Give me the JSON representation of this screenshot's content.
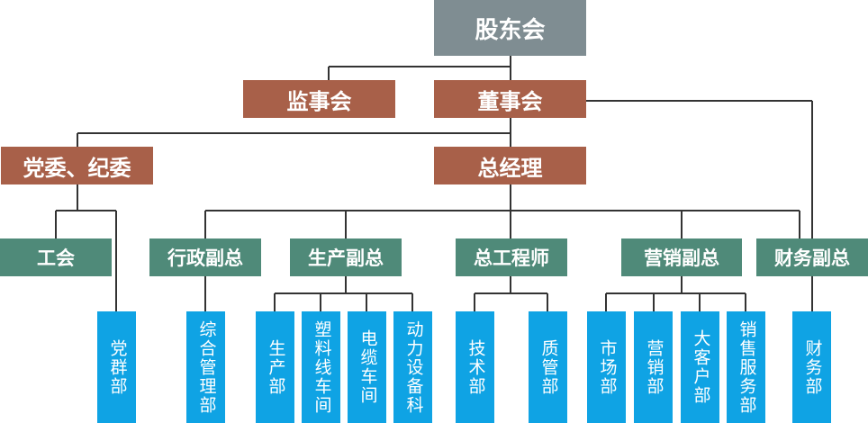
{
  "org": {
    "shareholders": "股东会",
    "supervisors": "监事会",
    "board": "董事会",
    "party": "党委、纪委",
    "gm": "总经理",
    "union": "工会",
    "admin_vp": "行政副总",
    "prod_vp": "生产副总",
    "chief_engineer": "总工程师",
    "sales_vp": "营销副总",
    "finance_vp": "财务副总",
    "dept_party_masses": "党群部",
    "dept_admin": "综合管理部",
    "dept_production": "生产部",
    "dept_plastic_line": "塑料线车间",
    "dept_cable": "电缆车间",
    "dept_power": "动力设备科",
    "dept_tech": "技术部",
    "dept_quality": "质管部",
    "dept_market": "市场部",
    "dept_sales": "营销部",
    "dept_key_accounts": "大客户部",
    "dept_service": "销售服务部",
    "dept_finance": "财务部"
  },
  "colors": {
    "top": "#7f8d92",
    "brown": "#a86049",
    "green": "#4f8a79",
    "blue": "#0fa3e4",
    "line": "#333333"
  }
}
